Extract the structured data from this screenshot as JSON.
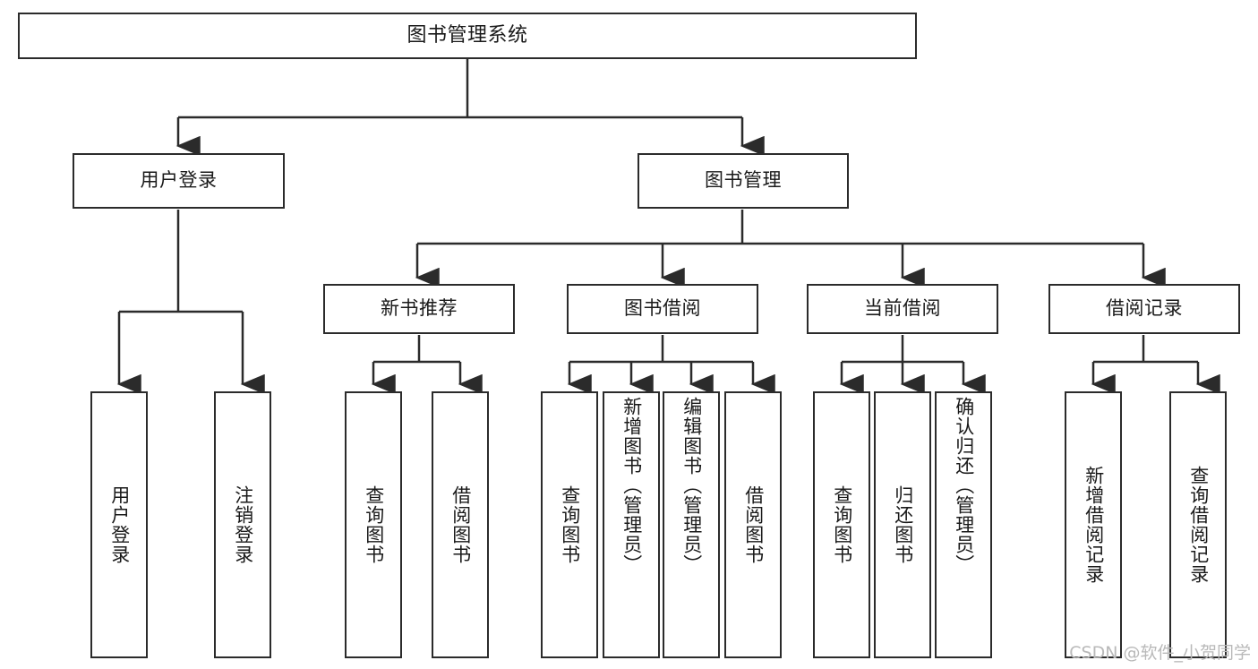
{
  "diagram": {
    "title": "图书管理系统",
    "type": "tree",
    "watermark": "CSDN @软件_小贺同学",
    "colors": {
      "node_border": "#2b2b2b",
      "node_fill": "#ffffff",
      "edge": "#2b2b2b",
      "text": "#1a1a1a",
      "watermark": "#b9b9b9",
      "background": "#ffffff"
    },
    "nodes": {
      "root": {
        "label": "图书管理系统"
      },
      "level2": [
        {
          "id": "user-login",
          "label": "用户登录"
        },
        {
          "id": "book-manage",
          "label": "图书管理"
        }
      ],
      "level3": [
        {
          "id": "new-book-recommend",
          "label": "新书推荐"
        },
        {
          "id": "book-borrow",
          "label": "图书借阅"
        },
        {
          "id": "current-borrow",
          "label": "当前借阅"
        },
        {
          "id": "borrow-record",
          "label": "借阅记录"
        }
      ],
      "leaves": [
        {
          "id": "leaf-user-login",
          "label": "用户登录",
          "parent": "user-login"
        },
        {
          "id": "leaf-user-logout",
          "label": "注销登录",
          "parent": "user-login"
        },
        {
          "id": "leaf-query-book-1",
          "label": "查询图书",
          "parent": "new-book-recommend"
        },
        {
          "id": "leaf-borrow-book-1",
          "label": "借阅图书",
          "parent": "new-book-recommend"
        },
        {
          "id": "leaf-query-book-2",
          "label": "查询图书",
          "parent": "book-borrow"
        },
        {
          "id": "leaf-add-book",
          "label": "新增图书（管理员）",
          "parent": "book-borrow"
        },
        {
          "id": "leaf-edit-book",
          "label": "编辑图书（管理员）",
          "parent": "book-borrow"
        },
        {
          "id": "leaf-borrow-book-2",
          "label": "借阅图书",
          "parent": "book-borrow"
        },
        {
          "id": "leaf-query-book-3",
          "label": "查询图书",
          "parent": "current-borrow"
        },
        {
          "id": "leaf-return-book",
          "label": "归还图书",
          "parent": "current-borrow"
        },
        {
          "id": "leaf-confirm-return",
          "label": "确认归还（管理员）",
          "parent": "current-borrow"
        },
        {
          "id": "leaf-add-record",
          "label": "新增借阅记录",
          "parent": "borrow-record"
        },
        {
          "id": "leaf-query-record",
          "label": "查询借阅记录",
          "parent": "borrow-record"
        }
      ]
    }
  }
}
